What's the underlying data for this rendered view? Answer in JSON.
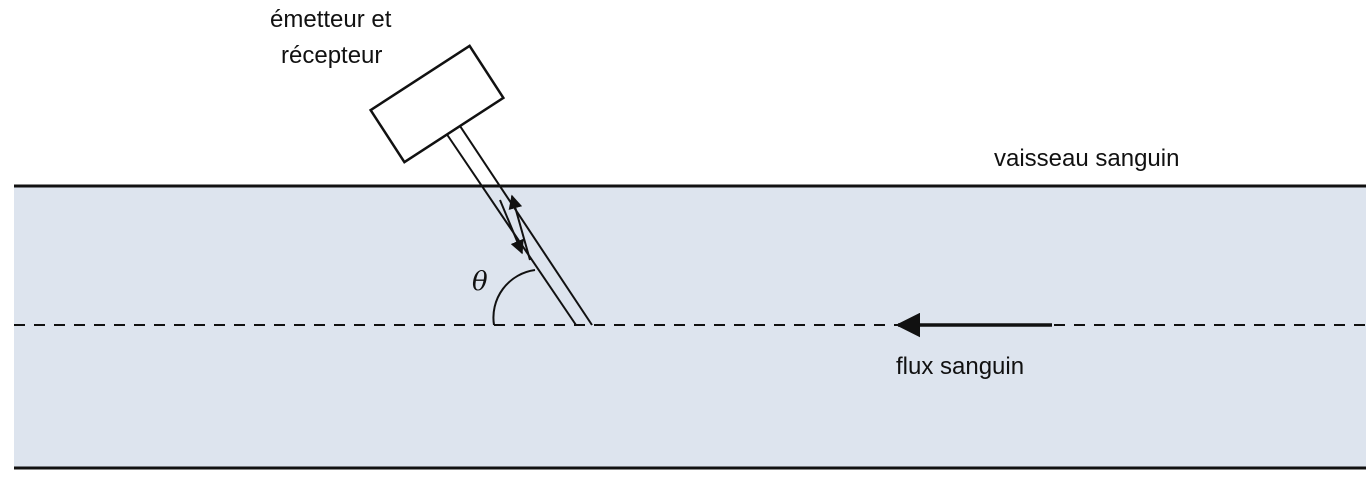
{
  "labels": {
    "transducer_line1": "émetteur et",
    "transducer_line2": "récepteur",
    "vessel": "vaisseau sanguin",
    "flow": "flux sanguin",
    "angle": "θ"
  },
  "colors": {
    "vessel_fill": "#dde4ee",
    "stroke": "#111111",
    "background": "#ffffff"
  }
}
